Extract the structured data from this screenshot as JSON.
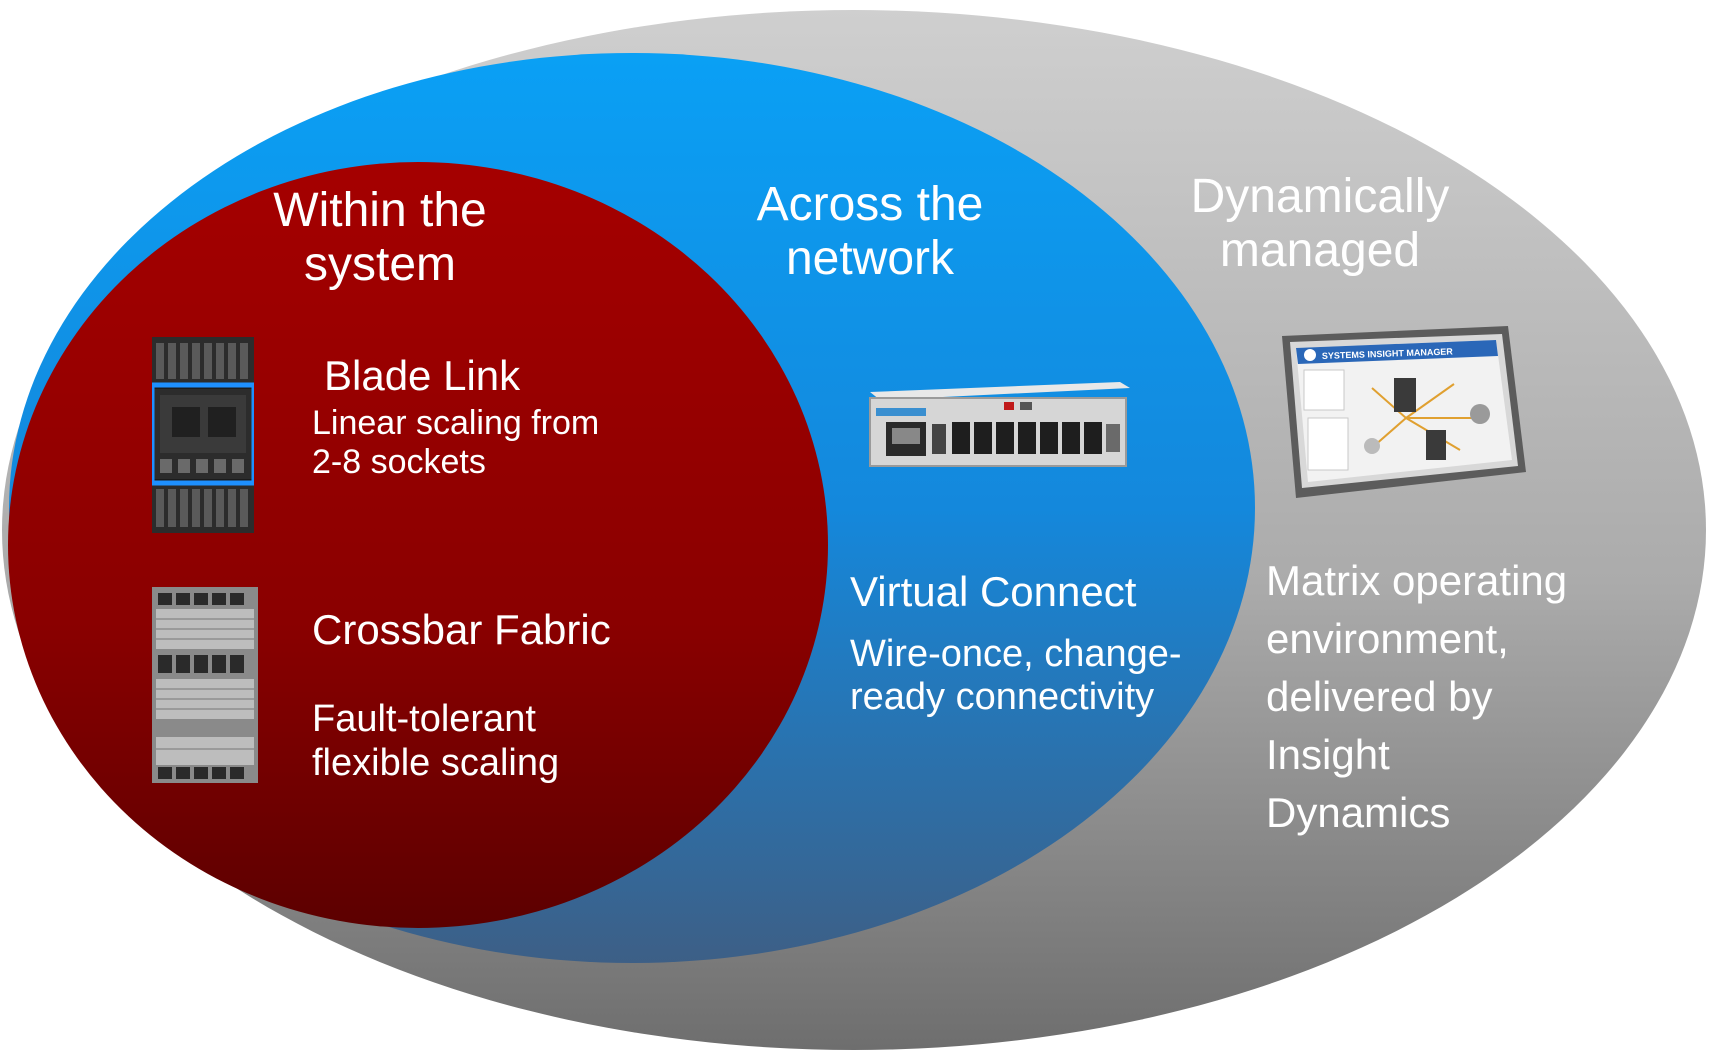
{
  "regions": {
    "system": {
      "heading": "Within the system",
      "heading_lines": [
        "Within the",
        "system"
      ],
      "items": [
        {
          "title": "Blade Link",
          "desc_lines": [
            "Linear scaling from",
            "2-8 sockets"
          ],
          "icon": "blade-server-icon"
        },
        {
          "title": "Crossbar Fabric",
          "desc_lines": [
            "Fault-tolerant",
            "flexible scaling"
          ],
          "icon": "crossbar-chassis-icon"
        }
      ]
    },
    "network": {
      "heading_lines": [
        "Across the",
        "network"
      ],
      "title": "Virtual Connect",
      "desc_lines": [
        "Wire-once, change-",
        "ready connectivity"
      ],
      "icon": "network-switch-icon"
    },
    "managed": {
      "heading_lines": [
        "Dynamically",
        "managed"
      ],
      "desc_lines": [
        "Matrix operating",
        "environment,",
        "delivered by",
        "Insight",
        "Dynamics"
      ],
      "icon": "management-monitor-icon",
      "screen_title": "SYSTEMS INSIGHT MANAGER"
    }
  },
  "colors": {
    "outer": "#a9a9a9",
    "middle": "#1a8fe0",
    "inner": "#9a0000",
    "text": "#ffffff"
  }
}
